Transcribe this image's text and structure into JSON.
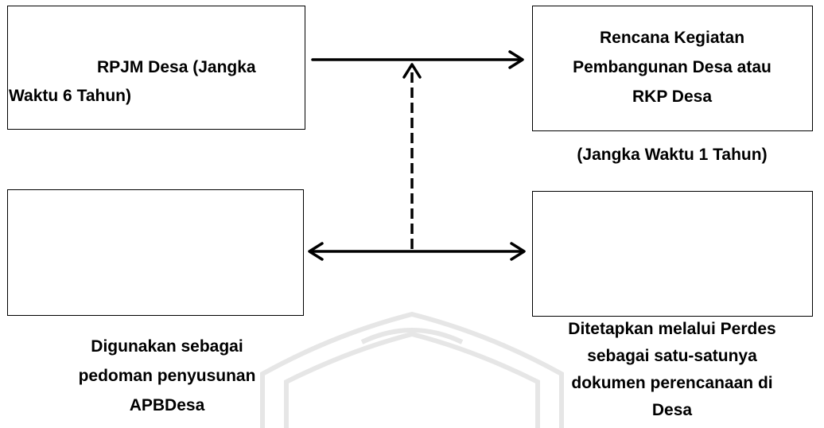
{
  "diagram": {
    "rpjm_box": {
      "lines": [
        "RPJM Desa (Jangka",
        "Waktu 6 Tahun)"
      ]
    },
    "rkp_box": {
      "lines": [
        "Rencana Kegiatan",
        "Pembangunan Desa atau",
        "RKP Desa"
      ]
    },
    "rkp_period": "(Jangka Waktu 1 Tahun)",
    "apbdes_box": {
      "lines": []
    },
    "perdes_box": {
      "lines": []
    },
    "apbdes_caption": {
      "lines": [
        "Digunakan sebagai",
        "pedoman penyusunan",
        "APBDesa"
      ]
    },
    "perdes_caption": {
      "lines": [
        "Ditetapkan melalui Perdes",
        "sebagai satu-satunya",
        "dokumen perencanaan di",
        "Desa"
      ]
    },
    "colors": {
      "line": "#000000",
      "background": "#ffffff",
      "watermark": "#e6e6e6"
    },
    "icons": {
      "arrow_head": "chevron-arrow",
      "watermark": "university-seal-watermark"
    }
  }
}
